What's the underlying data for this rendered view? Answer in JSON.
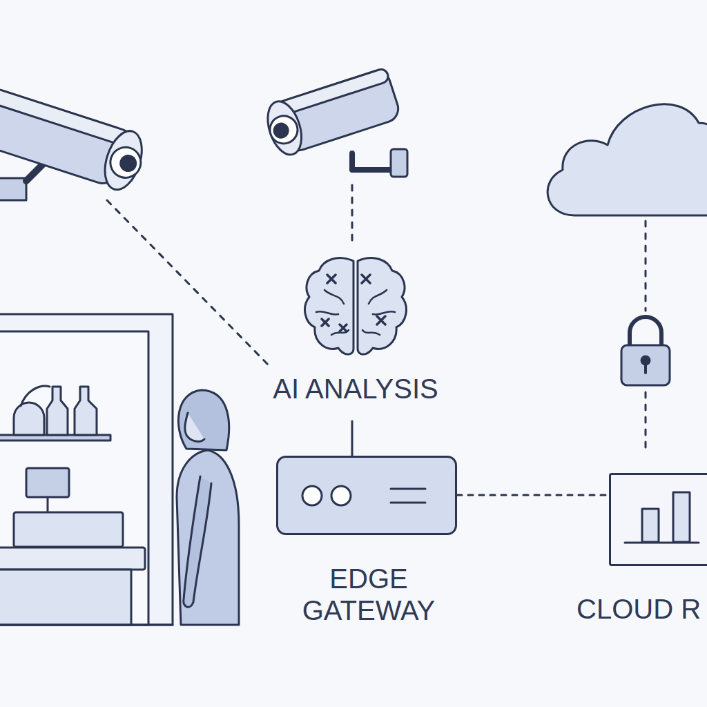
{
  "diagram": {
    "nodes": [
      {
        "text": [
          "AI ANALYSIS"
        ]
      },
      {
        "text": [
          "EDGE GATEWAY"
        ]
      },
      {
        "text": [
          "CLOUD R"
        ]
      }
    ],
    "edges": [
      {
        "from": 0,
        "to": 1,
        "arrow": "none"
      },
      {
        "from": 1,
        "to": 2,
        "arrow": "none"
      }
    ]
  }
}
